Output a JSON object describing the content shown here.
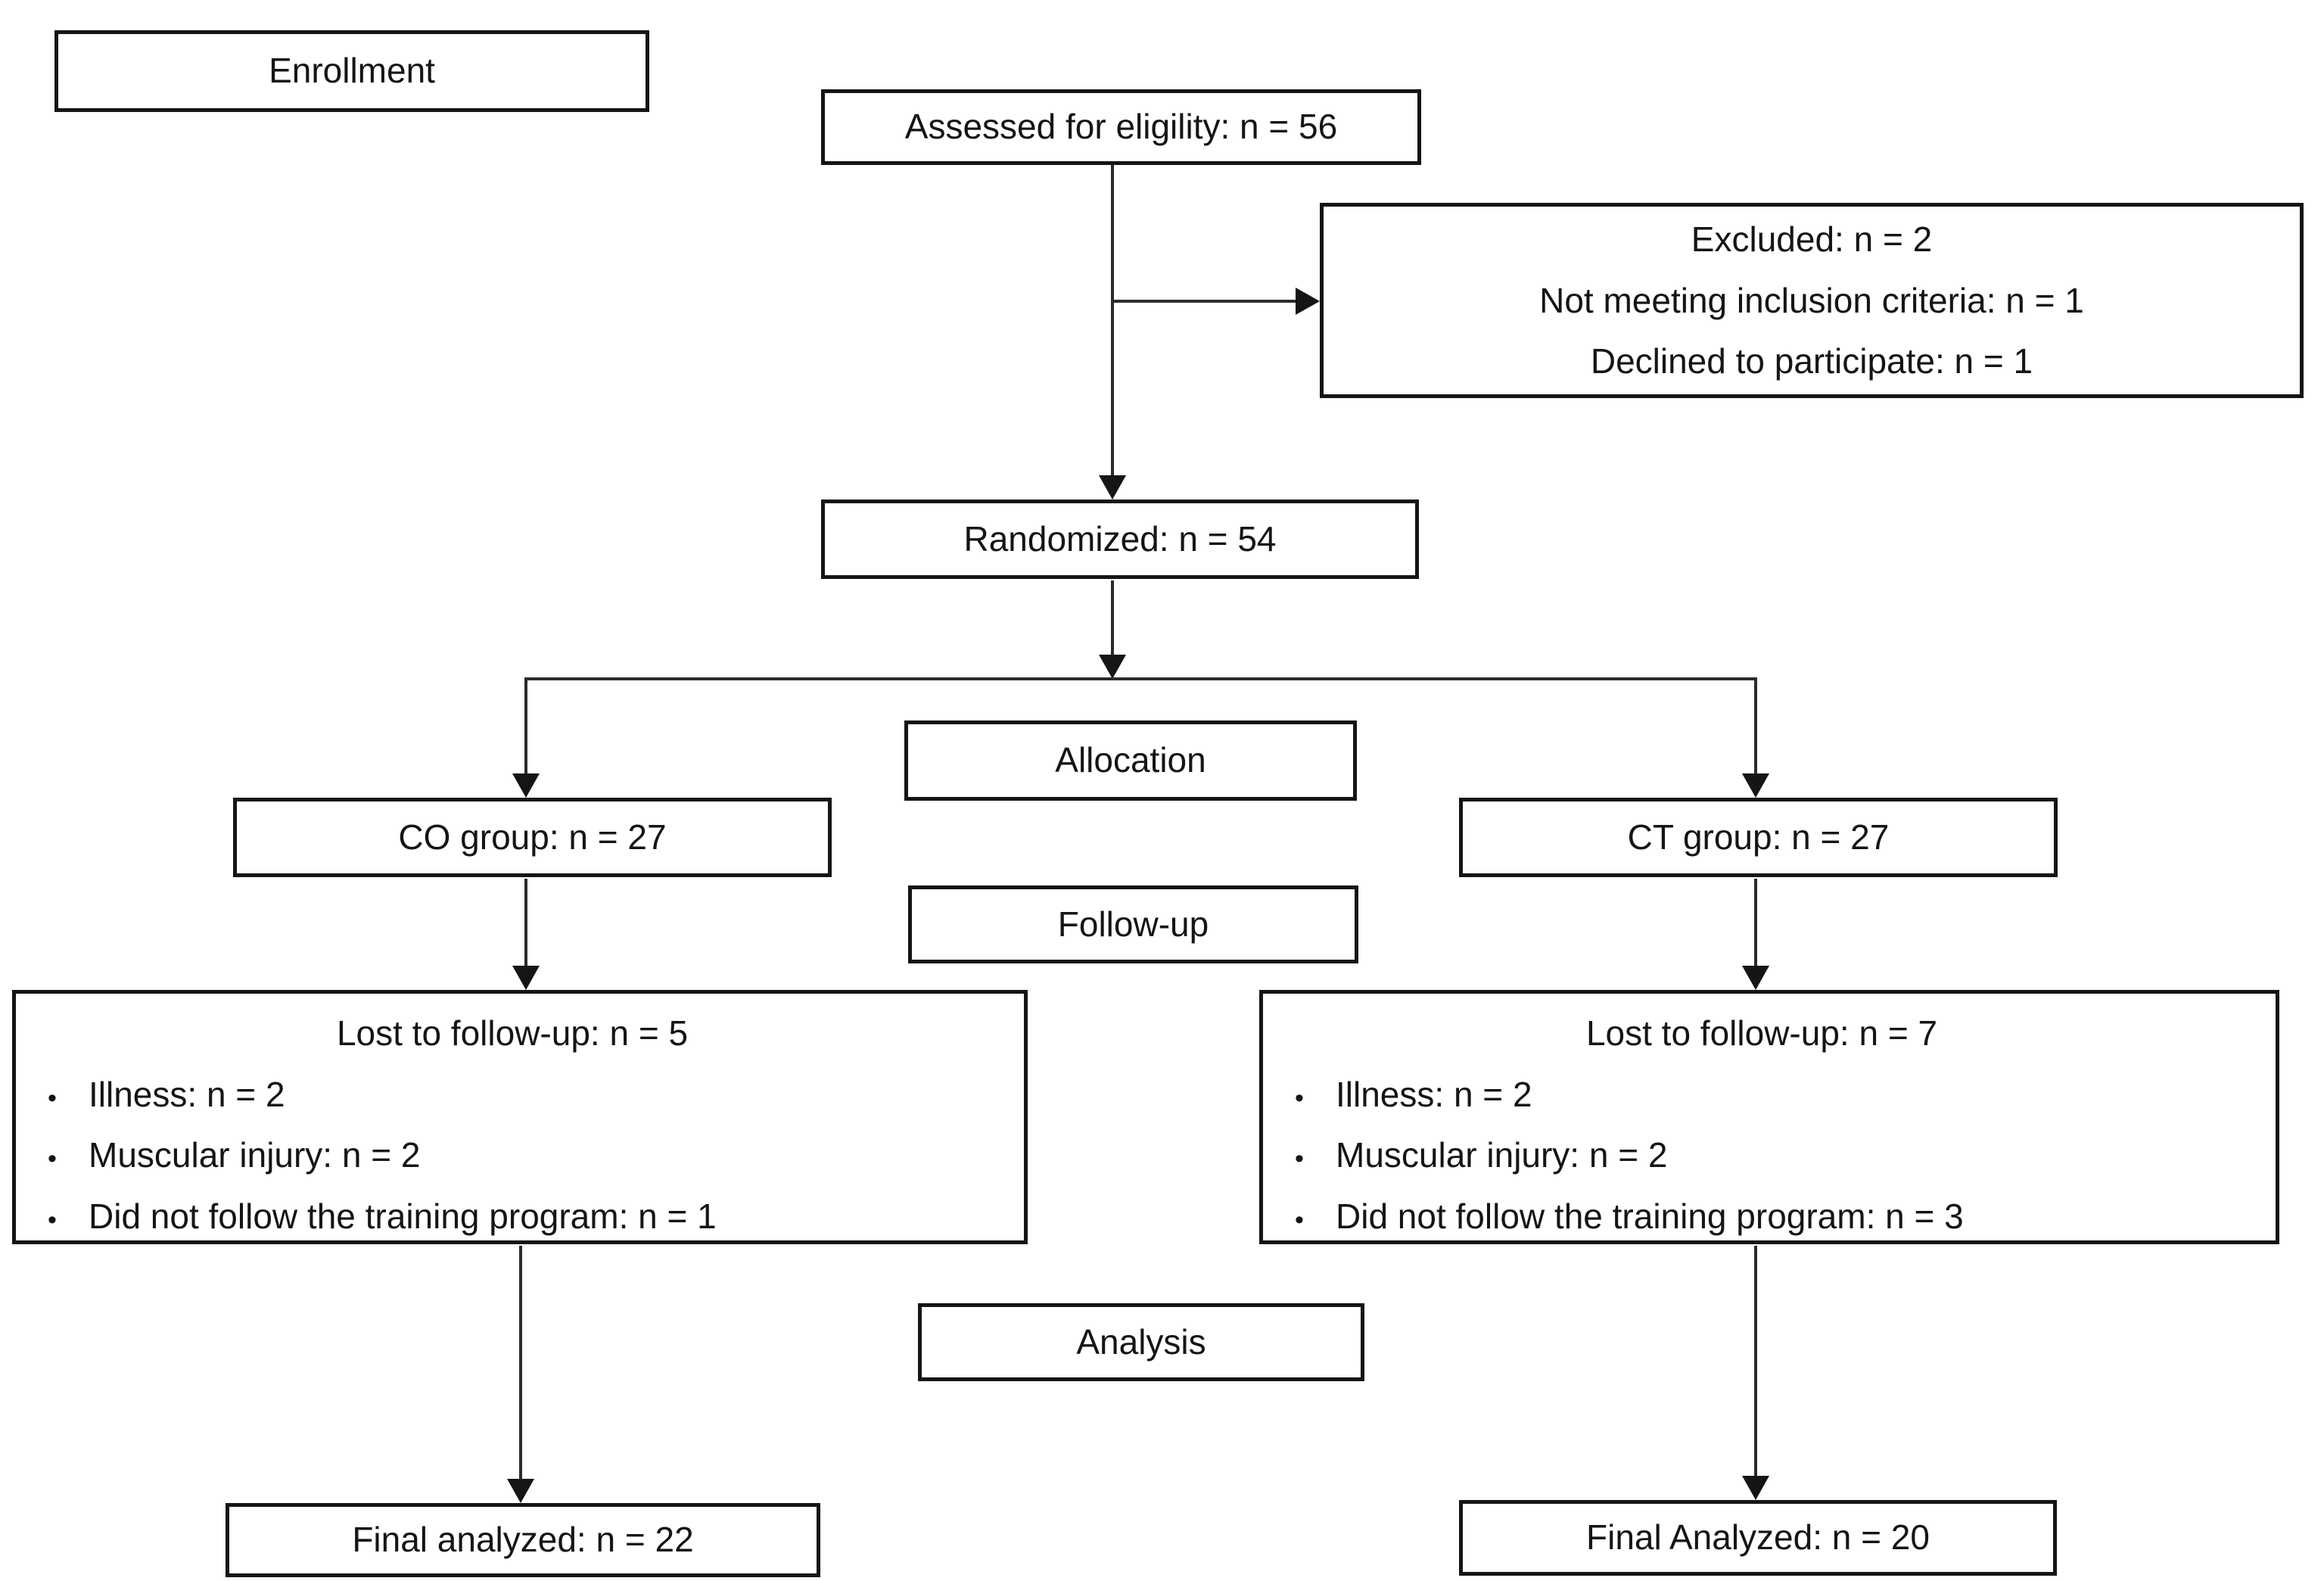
{
  "figure": {
    "colors": {
      "background": "#ffffff",
      "box_border": "#151515",
      "text": "#151515",
      "connector_line": "#2b2b2b"
    },
    "bullet_glyph": "•",
    "stages": {
      "enrollment": "Enrollment",
      "allocation": "Allocation",
      "followup": "Follow-up",
      "analysis": "Analysis"
    },
    "nodes": {
      "assessed": "Assessed for eligility: n = 56",
      "excluded": {
        "lines": [
          "Excluded: n = 2",
          "Not meeting inclusion criteria: n = 1",
          "Declined to participate: n = 1"
        ]
      },
      "randomized": "Randomized: n = 54",
      "co_group": "CO group: n = 27",
      "ct_group": "CT group: n = 27",
      "lost_co": {
        "title": "Lost to follow-up: n = 5",
        "bullets": [
          "Illness: n = 2",
          "Muscular injury: n = 2",
          "Did not follow the training program: n = 1"
        ]
      },
      "lost_ct": {
        "title": "Lost to follow-up: n = 7",
        "bullets": [
          "Illness: n = 2",
          "Muscular injury: n = 2",
          "Did not follow the training program: n = 3"
        ]
      },
      "final_co": "Final analyzed: n = 22",
      "final_ct": "Final Analyzed: n = 20"
    }
  }
}
